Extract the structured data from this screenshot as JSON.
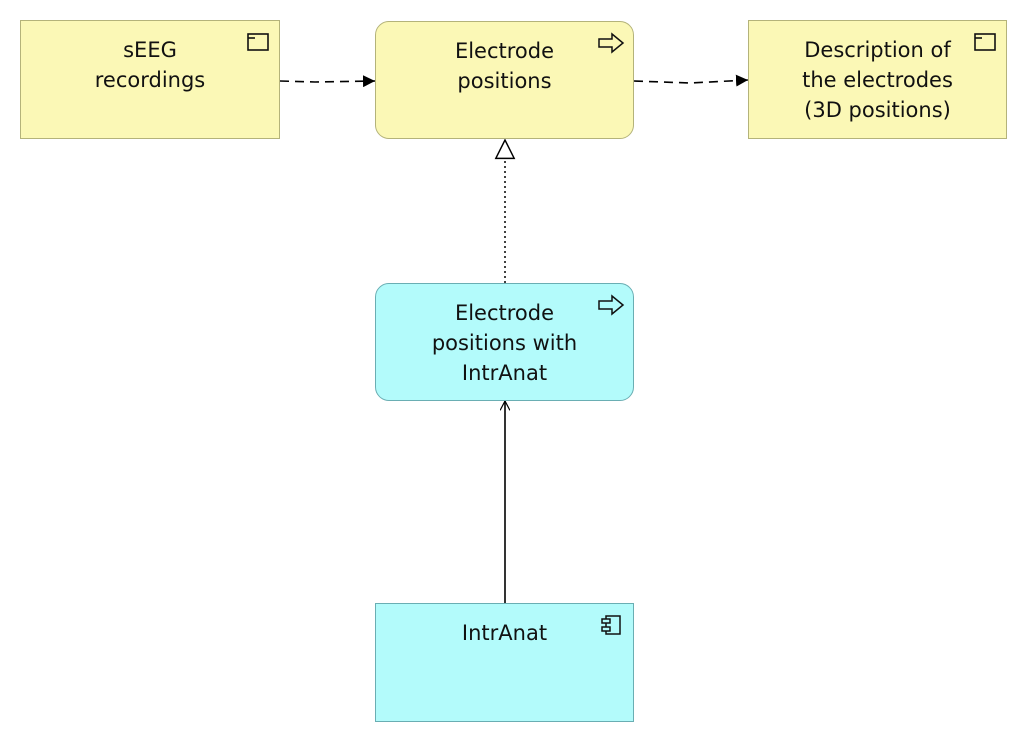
{
  "nodes": {
    "seeg": {
      "label": "sEEG\nrecordings",
      "icon": "representation-icon"
    },
    "electrode_positions": {
      "label": "Electrode\npositions",
      "icon": "service-arrow-icon"
    },
    "description": {
      "label": "Description of\nthe electrodes\n(3D positions)",
      "icon": "representation-icon"
    },
    "positions_intranat": {
      "label": "Electrode\npositions with\nIntrAnat",
      "icon": "service-arrow-icon"
    },
    "intranat": {
      "label": "IntrAnat",
      "icon": "component-icon"
    }
  },
  "colors": {
    "business_fill": "#fbf8b6",
    "application_fill": "#b3fbfb",
    "line": "#000000"
  }
}
